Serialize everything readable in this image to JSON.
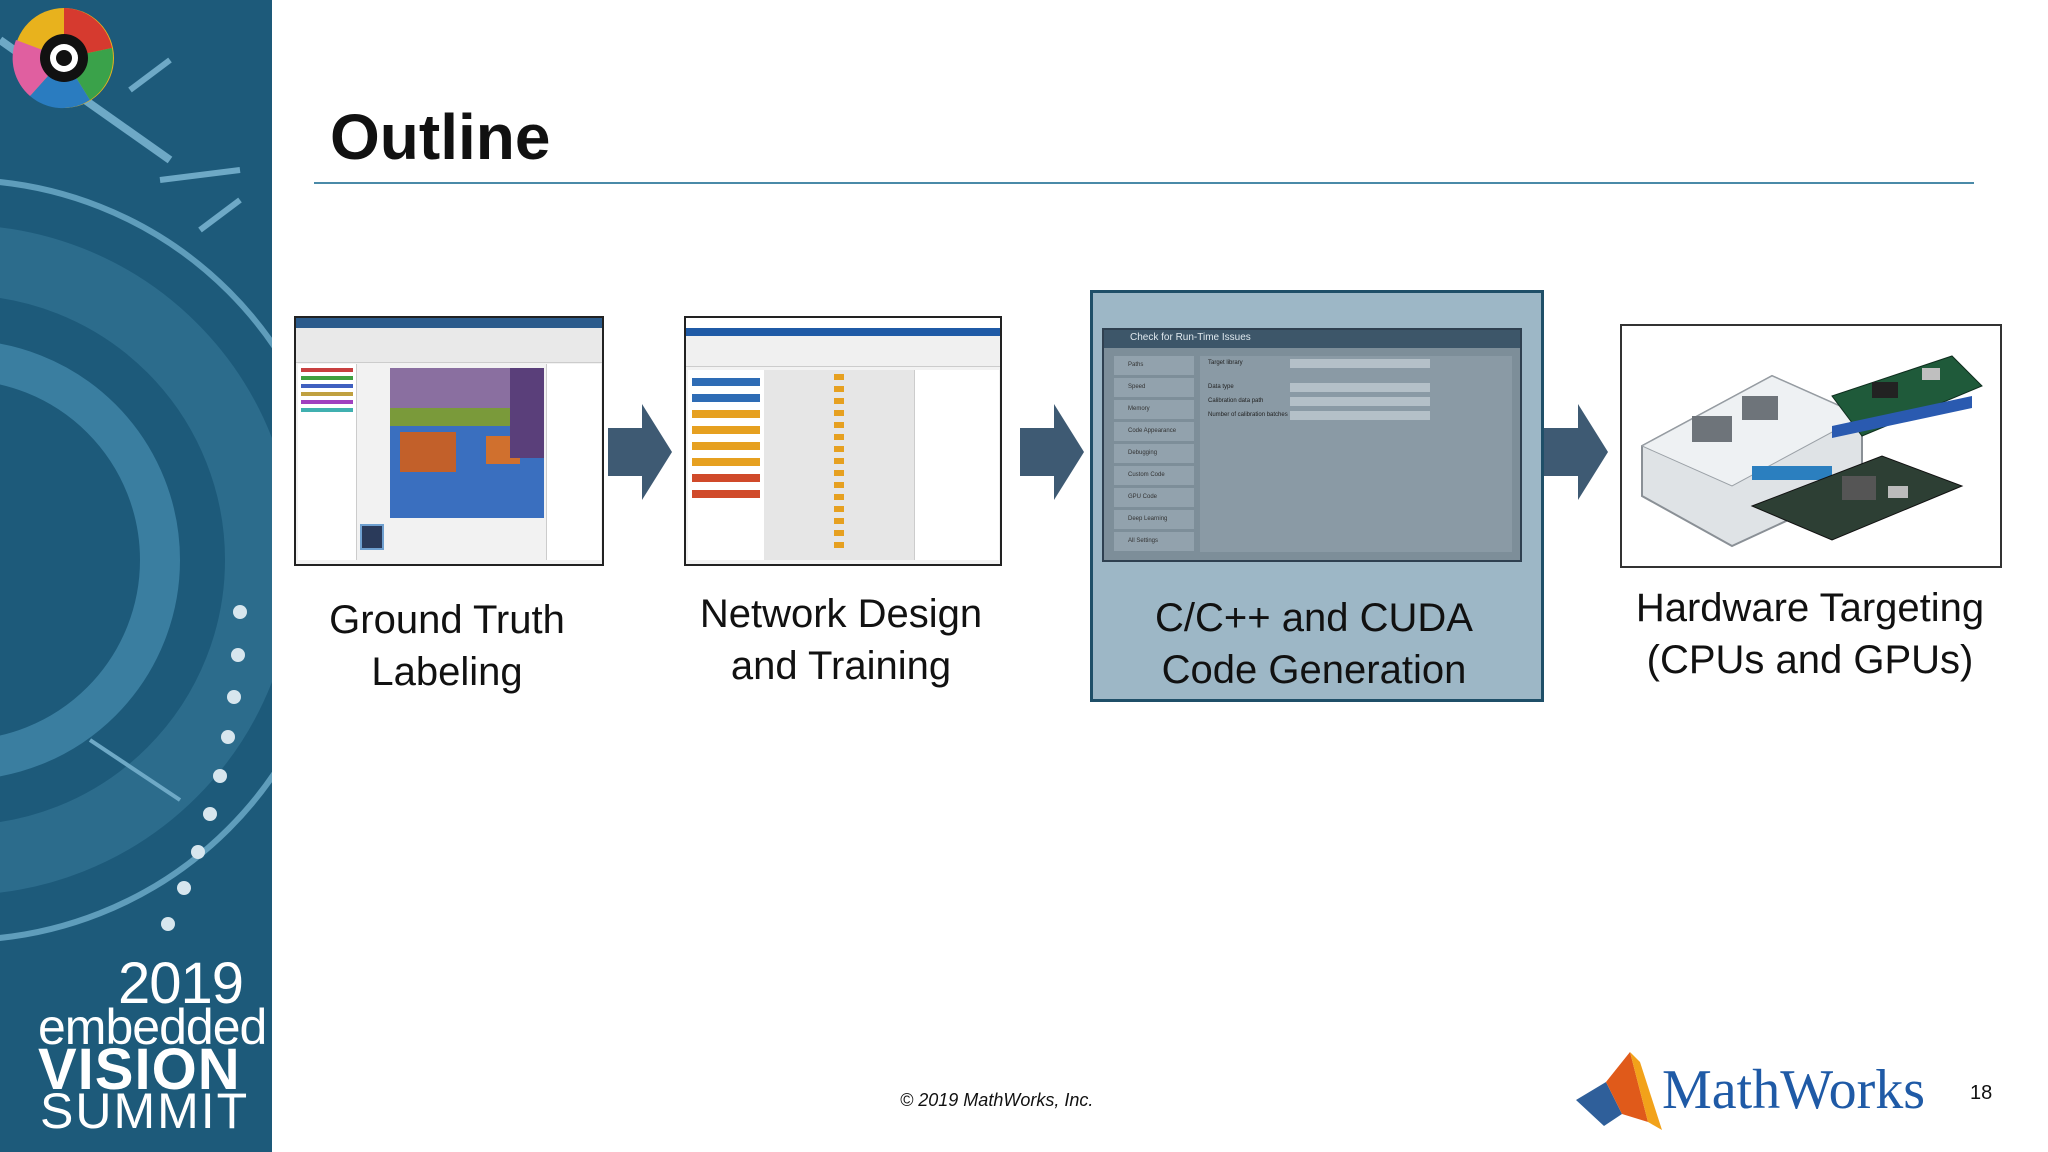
{
  "title": "Outline",
  "steps": [
    {
      "line1": "Ground Truth",
      "line2": "Labeling"
    },
    {
      "line1": "Network Design",
      "line2": "and Training"
    },
    {
      "line1": "C/C++ and CUDA",
      "line2": "Code Generation"
    },
    {
      "line1": "Hardware Targeting",
      "line2": "(CPUs and GPUs)"
    }
  ],
  "thumbnails": {
    "labeler": {
      "window_title": "Ground Truth Labeler"
    },
    "designer": {
      "window_title": "Deep Network Designer"
    },
    "codegen": {
      "panel_title": "Check for Run-Time Issues",
      "menu_items": [
        "Paths",
        "Speed",
        "Memory",
        "Code Appearance",
        "Debugging",
        "Custom Code",
        "GPU Code",
        "Deep Learning",
        "All Settings"
      ],
      "fields": [
        "Target library",
        "Data type",
        "Calibration data path",
        "Number of calibration batches"
      ]
    }
  },
  "logo": {
    "year": "2019",
    "line1": "embedded",
    "line2": "VISION",
    "line3": "SUMMIT"
  },
  "footer": {
    "copyright": "© 2019 MathWorks, Inc.",
    "brand": "MathWorks",
    "page": "18"
  },
  "colors": {
    "sidebar": "#1d5a7a",
    "accent_rule": "#4a8aa8",
    "highlight": "#9db7c6",
    "arrow": "#3e5a73",
    "mw_blue": "#1f5aa6"
  }
}
